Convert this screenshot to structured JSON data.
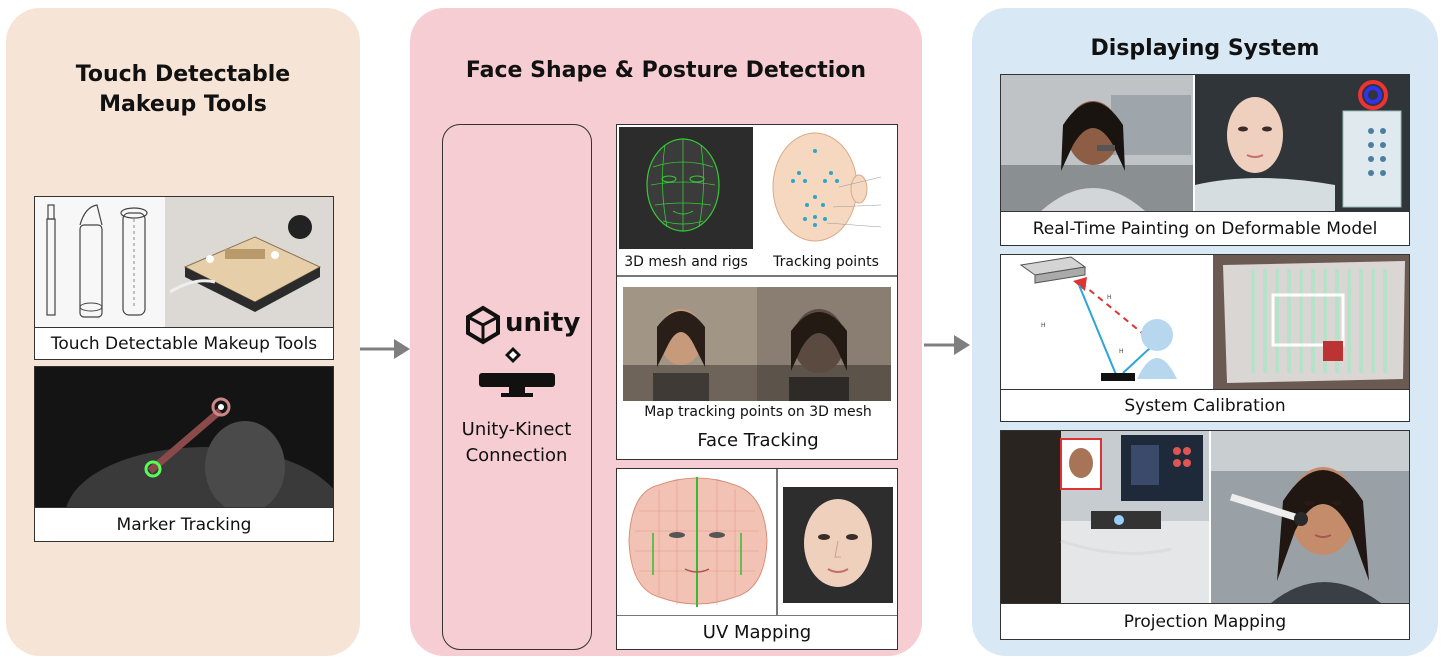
{
  "left_panel": {
    "title_line1": "Touch Detectable",
    "title_line2": "Makeup Tools",
    "tools_caption": "Touch Detectable Makeup Tools",
    "marker_caption": "Marker Tracking"
  },
  "middle_panel": {
    "title": "Face Shape & Posture Detection",
    "unity_logo_text": "unity",
    "connection_line1": "Unity-Kinect",
    "connection_line2": "Connection",
    "mesh_caption": "3D mesh and rigs",
    "tracking_caption": "Tracking points",
    "map_caption": "Map tracking points on 3D mesh",
    "face_tracking_title": "Face Tracking",
    "uv_caption": "UV Mapping"
  },
  "right_panel": {
    "title": "Displaying System",
    "painting_caption": "Real-Time Painting on Deformable Model",
    "calibration_caption": "System Calibration",
    "projection_caption": "Projection Mapping"
  },
  "colors": {
    "left_bg": "#f6e4d6",
    "middle_bg": "#f5cdd2",
    "right_bg": "#d9e8f5",
    "arrow": "#7f7f7f"
  }
}
